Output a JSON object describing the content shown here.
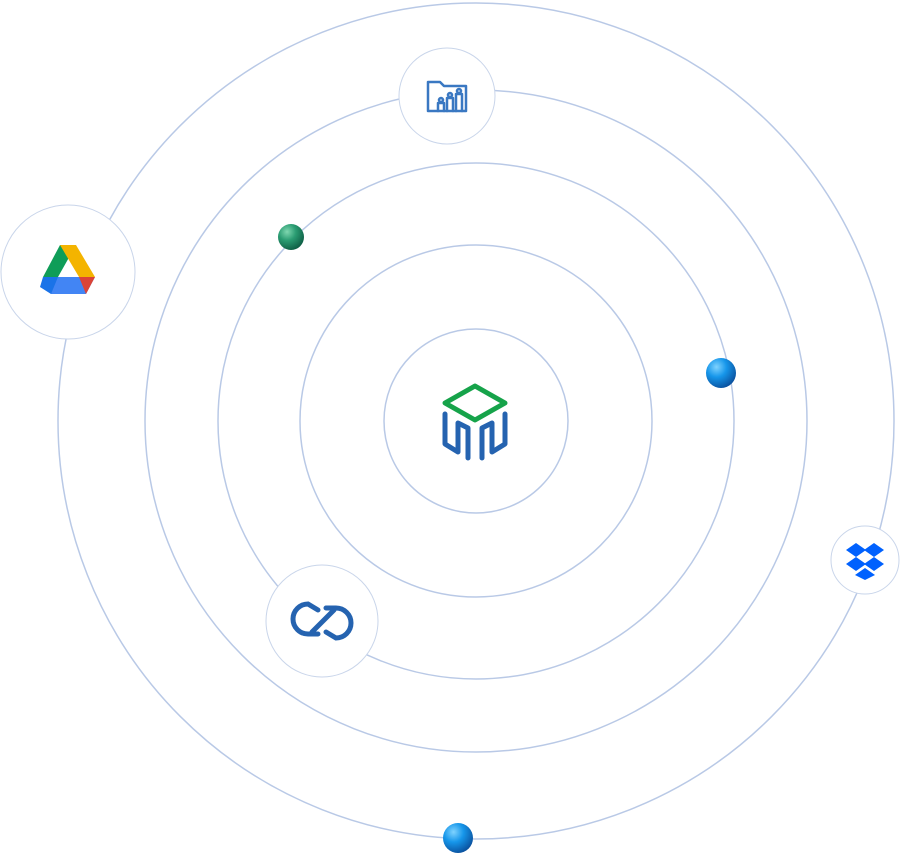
{
  "diagram": {
    "rings": [
      "ring-1",
      "ring-2",
      "ring-3",
      "ring-4",
      "ring-5"
    ],
    "center_logo": {
      "icon": "cube-hub-icon",
      "colors": {
        "top": "#16a34a",
        "body": "#2563b0"
      }
    },
    "nodes": [
      {
        "icon": "folder-analytics-icon",
        "color": "#3a78c2"
      },
      {
        "icon": "google-drive-icon",
        "colors": [
          "#0f9d58",
          "#f4b400",
          "#4285f4",
          "#db4437"
        ]
      },
      {
        "icon": "link-chain-icon",
        "color": "#2563b0"
      },
      {
        "icon": "dropbox-icon",
        "color": "#0061fe"
      }
    ],
    "orbs": [
      {
        "name": "green-orb",
        "color": "#1f8a66"
      },
      {
        "name": "blue-orb",
        "color": "#0b7fd9"
      }
    ],
    "ring_color": "#b9c9e6"
  }
}
